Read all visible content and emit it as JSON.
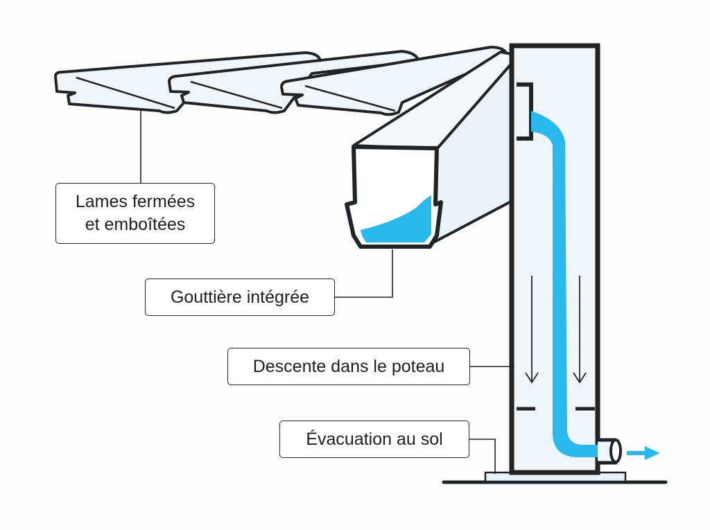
{
  "labels": {
    "lames_line1": "Lames fermées",
    "lames_line2": "et emboîtées",
    "gouttiere": "Gouttière intégrée",
    "descente": "Descente dans le poteau",
    "evacuation": "Évacuation au sol"
  },
  "colors": {
    "outline": "#1f2428",
    "panel_fill": "#eef6fb",
    "water": "#29b9ec",
    "background": "#fdfdfd"
  }
}
